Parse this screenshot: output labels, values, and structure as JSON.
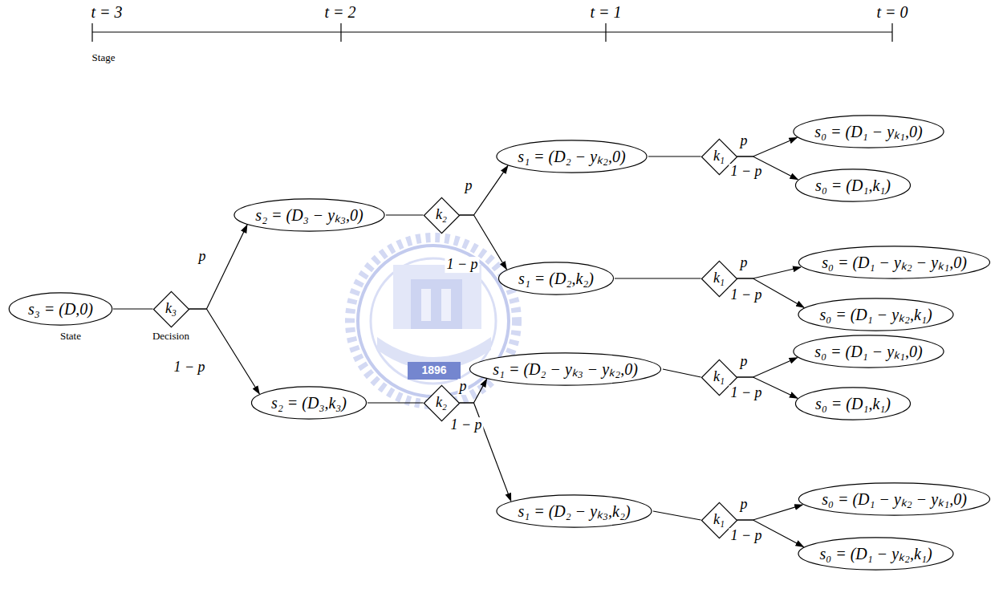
{
  "diagram": {
    "nodes": [
      {
        "text": [
          "s₃ = (D,0)"
        ]
      },
      {
        "text": [
          "k₃"
        ]
      },
      {
        "text": [
          "s₂ = (D₃ − yₖ₃,0)"
        ]
      },
      {
        "text": [
          "k₂"
        ]
      },
      {
        "text": [
          "s₁ = (D₂ − yₖ₂,0)"
        ]
      },
      {
        "text": [
          "k₁"
        ]
      },
      {
        "text": [
          "s₀ = (D₁ − yₖ₁,0)"
        ]
      },
      {
        "text": [
          "s₀ = (D₁,k₁)"
        ]
      },
      {
        "text": [
          "s₁ = (D₂,k₂)"
        ]
      },
      {
        "text": [
          "k₁"
        ]
      },
      {
        "text": [
          "s₀ = (D₁ − yₖ₂ − yₖ₁,0)"
        ]
      },
      {
        "text": [
          "s₀ = (D₁ − yₖ₂,k₁)"
        ]
      },
      {
        "text": [
          "s₂ = (D₃,k₃)"
        ]
      },
      {
        "text": [
          "k₂"
        ]
      },
      {
        "text": [
          "s₁ = (D₂ − yₖ₃ − yₖ₂,0)"
        ]
      },
      {
        "text": [
          "k₁"
        ]
      },
      {
        "text": [
          "s₀ = (D₁ − yₖ₁,0)"
        ]
      },
      {
        "text": [
          "s₀ = (D₁,k₁)"
        ]
      },
      {
        "text": [
          "s₁ = (D₂ − yₖ₃,k₂)"
        ]
      },
      {
        "text": [
          "k₁"
        ]
      },
      {
        "text": [
          "s₀ = (D₁ − yₖ₂ − yₖ₁,0)"
        ]
      },
      {
        "text": [
          "s₀ = (D₁ − yₖ₂,k₁)"
        ]
      }
    ],
    "edges": [
      {
        "from": 0,
        "to": 1,
        "arrow": "none"
      },
      {
        "from": 1,
        "to": 2,
        "label": "p",
        "arrow": "to"
      },
      {
        "from": 1,
        "to": 12,
        "label": "1 − p",
        "arrow": "to"
      },
      {
        "from": 2,
        "to": 3,
        "arrow": "none"
      },
      {
        "from": 3,
        "to": 4,
        "label": "p",
        "arrow": "to"
      },
      {
        "from": 3,
        "to": 8,
        "label": "1 − p",
        "arrow": "to"
      },
      {
        "from": 4,
        "to": 5,
        "arrow": "none"
      },
      {
        "from": 5,
        "to": 6,
        "label": "p",
        "arrow": "to"
      },
      {
        "from": 5,
        "to": 7,
        "label": "1 − p",
        "arrow": "to"
      },
      {
        "from": 8,
        "to": 9,
        "arrow": "none"
      },
      {
        "from": 9,
        "to": 10,
        "label": "p",
        "arrow": "to"
      },
      {
        "from": 9,
        "to": 11,
        "label": "1 − p",
        "arrow": "to"
      },
      {
        "from": 12,
        "to": 13,
        "arrow": "none"
      },
      {
        "from": 13,
        "to": 14,
        "label": "p",
        "arrow": "to"
      },
      {
        "from": 13,
        "to": 18,
        "label": "1 − p",
        "arrow": "to"
      },
      {
        "from": 14,
        "to": 15,
        "arrow": "none"
      },
      {
        "from": 15,
        "to": 16,
        "label": "p",
        "arrow": "to"
      },
      {
        "from": 15,
        "to": 17,
        "label": "1 − p",
        "arrow": "to"
      },
      {
        "from": 18,
        "to": 19,
        "arrow": "none"
      },
      {
        "from": 19,
        "to": 20,
        "label": "p",
        "arrow": "to"
      },
      {
        "from": 19,
        "to": 21,
        "label": "1 − p",
        "arrow": "to"
      }
    ],
    "labels": [
      "t = 3",
      "t = 2",
      "t = 1",
      "t = 0",
      "Stage",
      "State",
      "Decision",
      "1896"
    ]
  }
}
